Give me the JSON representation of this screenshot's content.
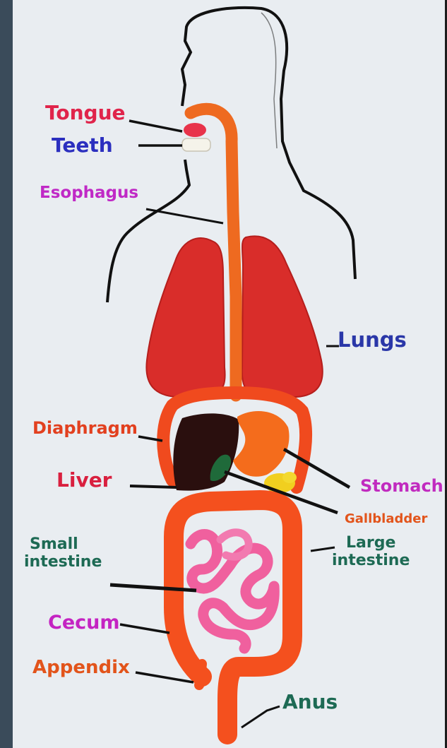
{
  "labels": {
    "tongue": "Tongue",
    "teeth": "Teeth",
    "esophagus": "Esophagus",
    "lungs": "Lungs",
    "diaphragm": "Diaphragm",
    "liver": "Liver",
    "stomach": "Stomach",
    "gallbladder": "Gallbladder",
    "small_line1": "Small",
    "small_line2": "intestine",
    "large_line1": "Large",
    "large_line2": "intestine",
    "cecum": "Cecum",
    "appendix": "Appendix",
    "anus": "Anus"
  },
  "colors": {
    "background": "#e9edf1",
    "outline": "#111111",
    "lungs": "#d92d2a",
    "esophagus": "#ee6a20",
    "diaphragm": "#f04a1e",
    "liver": "#2a0f0e",
    "stomach": "#f46c1c",
    "gallbladder": "#1f6a3a",
    "pancreas": "#f1cf1f",
    "large_intestine": "#f4501e",
    "small_intestine": "#f0609e",
    "tongue_label": "#e0244b",
    "teeth_label": "#2b2fbf",
    "esophagus_label": "#c029c6",
    "lungs_label": "#2a37a8",
    "diaphragm_label": "#e2401f",
    "liver_label": "#d9203f",
    "stomach_label": "#c12bbf",
    "gallbladder_label": "#e2541b",
    "intestine_label": "#1d6a54",
    "cecum_label": "#c424c2",
    "appendix_label": "#e2541b",
    "anus_label": "#1d6a54"
  }
}
